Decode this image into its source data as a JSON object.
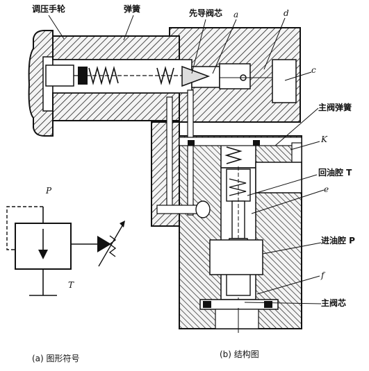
{
  "labels": {
    "handwheel": "调压手轮",
    "spring": "弹簧",
    "pilot_core": "先导阀芯",
    "a": "a",
    "d": "d",
    "c": "c",
    "main_spring": "主阀弹簧",
    "K": "K",
    "return_chamber": "回油腔 T",
    "e": "e",
    "inlet_chamber": "进油腔 P",
    "f": "f",
    "main_core": "主阀芯"
  },
  "symbol": {
    "P": "P",
    "T": "T"
  },
  "captions": {
    "a": "(a) 图形符号",
    "b": "(b) 结构图"
  }
}
